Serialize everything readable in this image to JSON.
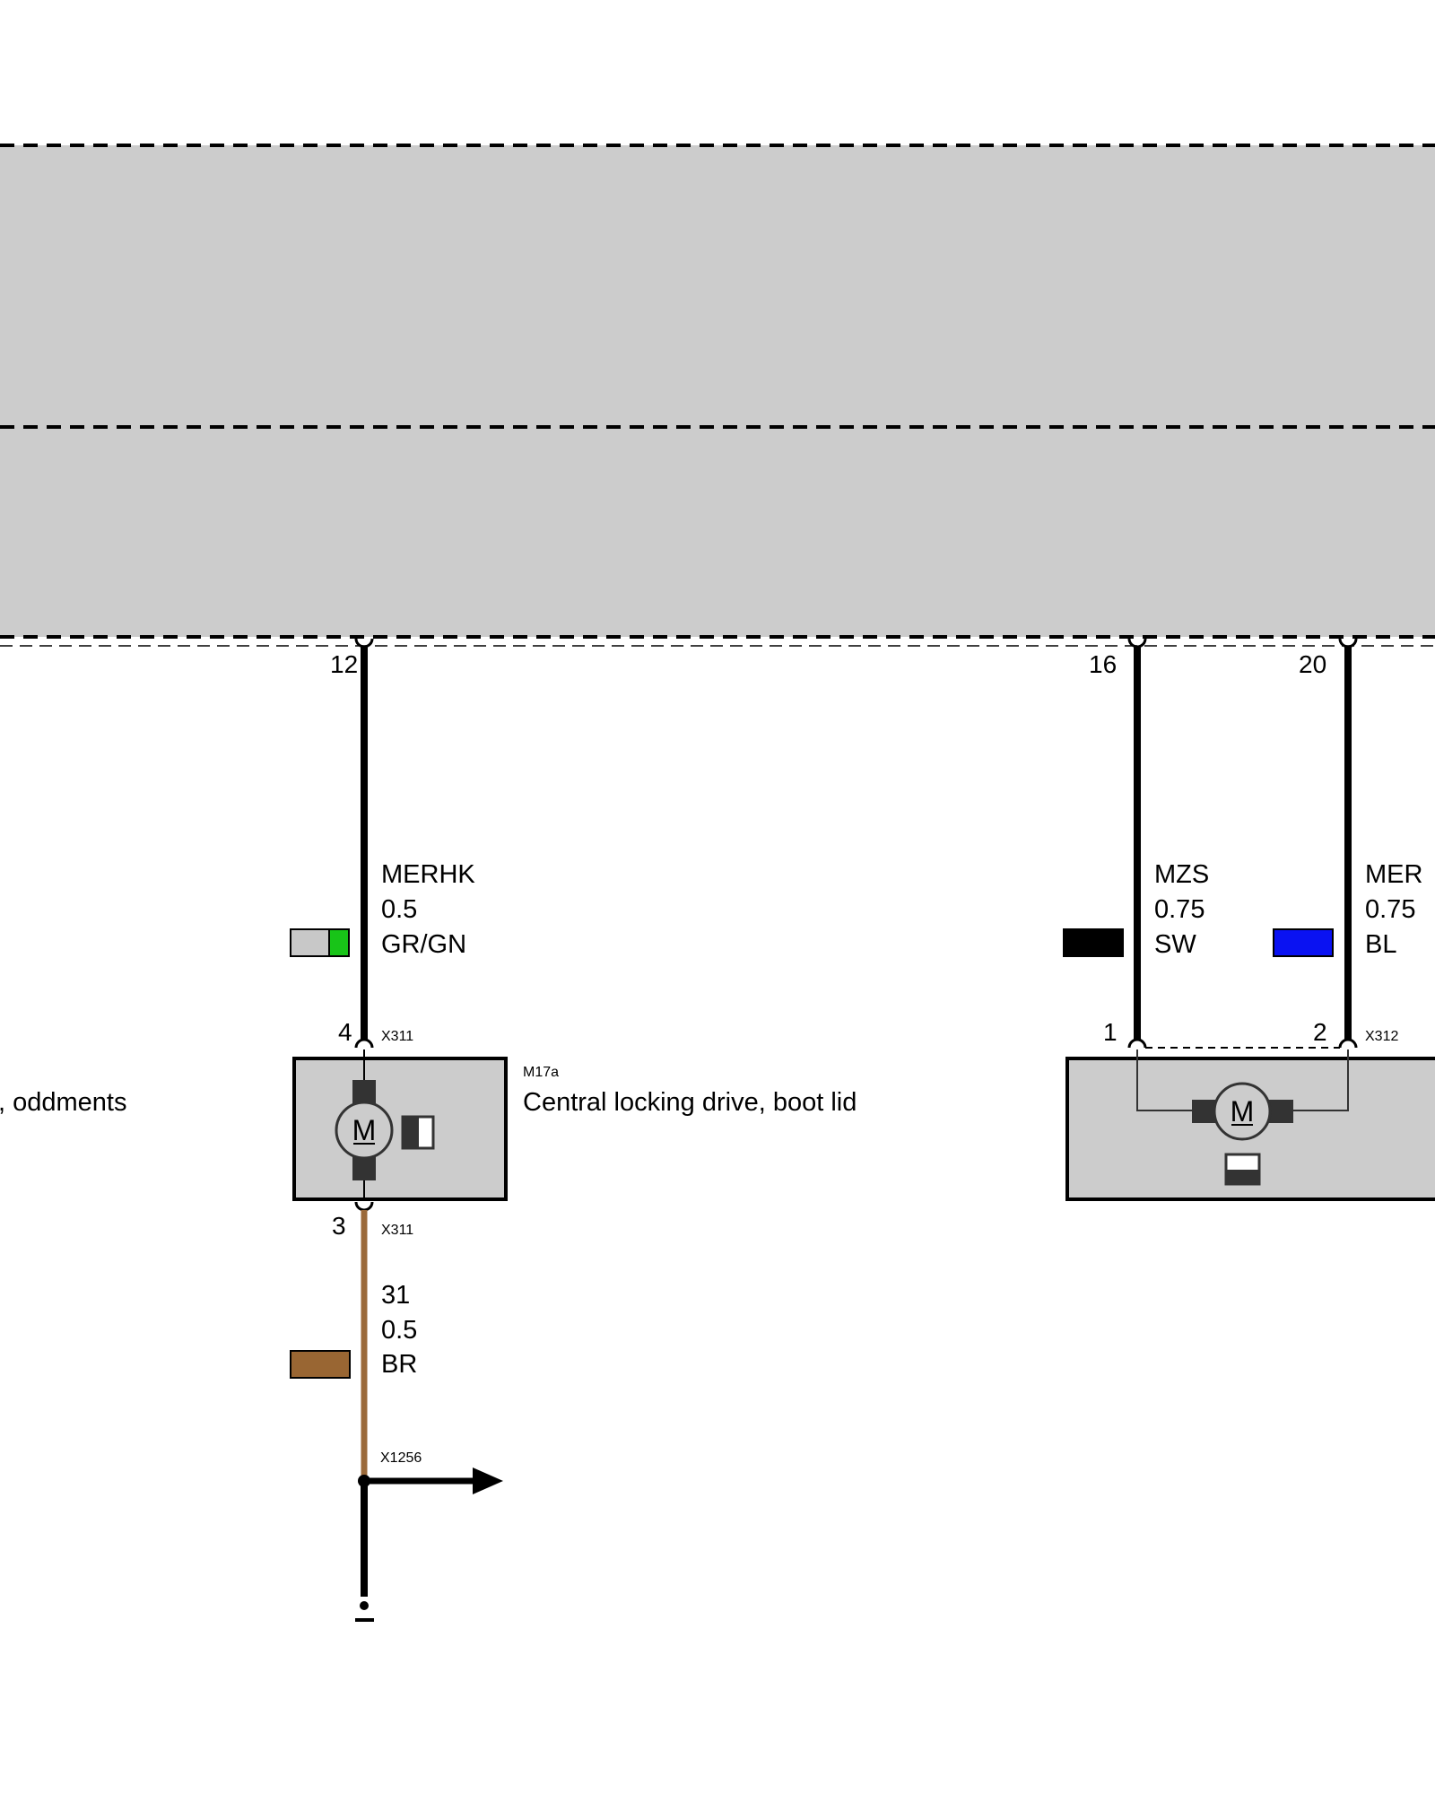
{
  "colors": {
    "panel_fill": "#cccccc",
    "wire_black": "#000000",
    "wire_brown": "#9b6a3a",
    "swatch_grey": "#c8c8c8",
    "swatch_green": "#18c418",
    "swatch_black": "#000000",
    "swatch_blue": "#0a12f2",
    "swatch_brown": "#996633",
    "component_dark": "#333333"
  },
  "control_unit": {
    "pins": {
      "merhk": "12",
      "mzs": "16",
      "mer": "20"
    }
  },
  "wires": {
    "merhk": {
      "signal": "MERHK",
      "size": "0.5",
      "color_code": "GR/GN"
    },
    "mzs": {
      "signal": "MZS",
      "size": "0.75",
      "color_code": "SW"
    },
    "mer": {
      "signal": "MER",
      "size": "0.75",
      "color_code": "BL"
    },
    "ground": {
      "signal": "31",
      "size": "0.5",
      "color_code": "BR"
    }
  },
  "partial_label": ", oddments",
  "boot_lid_drive": {
    "code": "M17a",
    "name": "Central locking drive, boot lid",
    "connector_top": "X311",
    "connector_bottom": "X311",
    "pin_top": "4",
    "pin_bottom": "3",
    "motor_letter": "M"
  },
  "second_drive": {
    "connector": "X312",
    "pin_left": "1",
    "pin_right": "2",
    "motor_letter": "M"
  },
  "ground_connector": "X1256",
  "icons": [
    "motor-icon",
    "lock-icon",
    "arrow-right-icon",
    "ground-icon"
  ]
}
